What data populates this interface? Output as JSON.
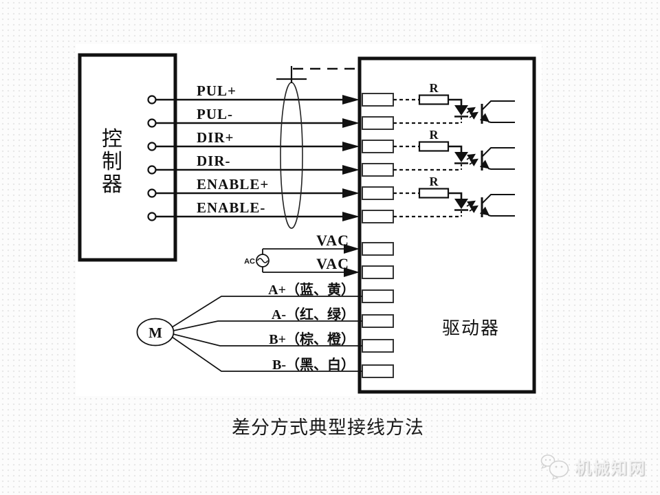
{
  "diagram": {
    "controller_label": "控制器",
    "controller_chars": [
      "控",
      "制",
      "器"
    ],
    "driver_label": "驱动器",
    "signal_labels": [
      "PUL+",
      "PUL-",
      "DIR+",
      "DIR-",
      "ENABLE+",
      "ENABLE-"
    ],
    "vac_label": "VAC",
    "ac_source_label": "AC",
    "resistor_label": "R",
    "motor_label": "M",
    "motor_wire_labels": [
      "A+（蓝、黄）",
      "A-（红、绿）",
      "B+（棕、橙）",
      "B-（黑、白）"
    ],
    "colors": {
      "line": "#111111",
      "background": "#fcfcfc",
      "watermark": "#e8e8e8"
    }
  },
  "caption": "差分方式典型接线方法",
  "watermark": {
    "text": "机械知网"
  }
}
